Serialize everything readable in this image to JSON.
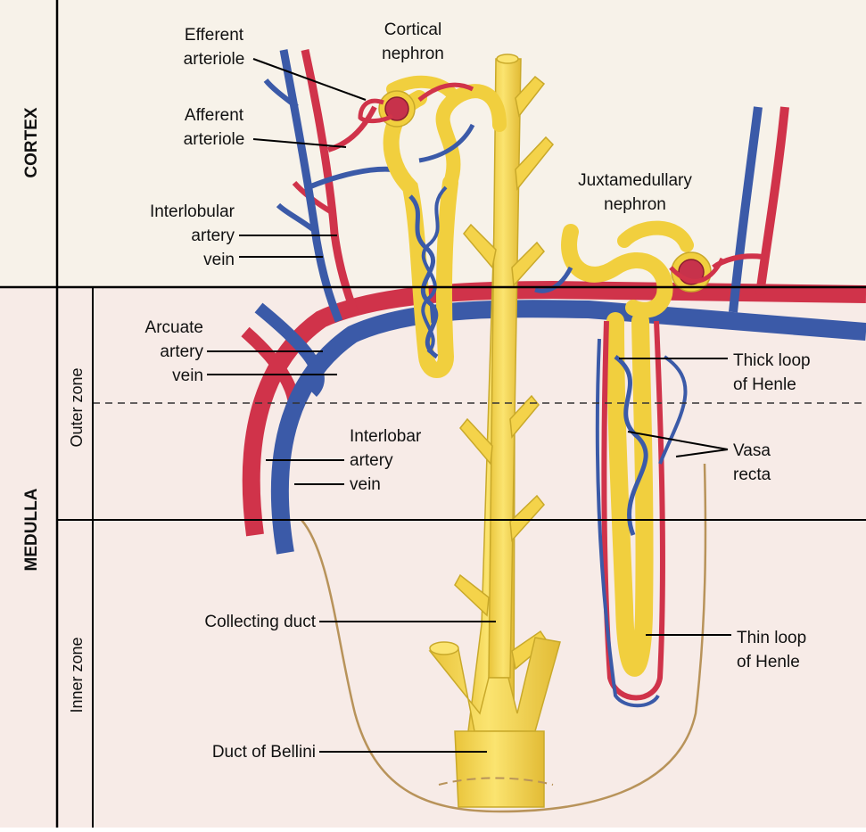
{
  "regions": {
    "cortex": "CORTEX",
    "medulla": "MEDULLA",
    "outer_zone": "Outer zone",
    "inner_zone": "Inner zone"
  },
  "labels": {
    "efferent_1": "Efferent",
    "efferent_2": "arteriole",
    "afferent_1": "Afferent",
    "afferent_2": "arteriole",
    "cortical_1": "Cortical",
    "cortical_2": "nephron",
    "juxta_1": "Juxtamedullary",
    "juxta_2": "nephron",
    "interlobular_1": "Interlobular",
    "interlobular_2": "artery",
    "interlobular_3": "vein",
    "arcuate_1": "Arcuate",
    "arcuate_2": "artery",
    "arcuate_3": "vein",
    "interlobar_1": "Interlobar",
    "interlobar_2": "artery",
    "interlobar_3": "vein",
    "thick_1": "Thick loop",
    "thick_2": "of Henle",
    "vasa_1": "Vasa",
    "vasa_2": "recta",
    "thin_1": "Thin loop",
    "thin_2": "of Henle",
    "collecting": "Collecting duct",
    "bellini": "Duct of Bellini"
  },
  "colors": {
    "cortex_bg": "#f7f2e9",
    "medulla_bg": "#f7ebe7",
    "artery": "#d0334a",
    "vein": "#3b5aa8",
    "tubule": "#f5d548",
    "tubule_edge": "#c9a92a",
    "papilla_outline": "#b8935a"
  }
}
